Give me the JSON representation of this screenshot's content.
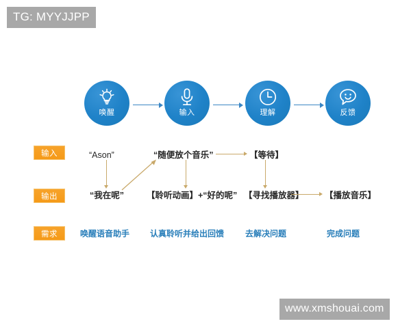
{
  "watermarks": {
    "top_left": "TG: MYYJJPP",
    "bottom_right": "www.xmshouai.com"
  },
  "colors": {
    "node_blue": "#1f82c8",
    "badge_orange": "#f59a18",
    "connector_tan": "#c9a96a",
    "need_text_blue": "#2a7fba",
    "flow_arrow_blue": "#3a86c4",
    "watermark_gray": "#a8a8a8"
  },
  "flow": {
    "nodes": [
      {
        "label": "唤醒",
        "icon": "lightbulb-icon"
      },
      {
        "label": "输入",
        "icon": "microphone-icon"
      },
      {
        "label": "理解",
        "icon": "clock-icon"
      },
      {
        "label": "反馈",
        "icon": "smiley-speech-bubble-icon"
      }
    ]
  },
  "rows": {
    "input": {
      "badge": "输入",
      "items": [
        "“Ason”",
        "“随便放个音乐”",
        "【等待】"
      ]
    },
    "output": {
      "badge": "输出",
      "items": [
        "“我在呢”",
        "【聆听动画】+“好的呢”",
        "【寻找播放器】",
        "【播放音乐】"
      ]
    },
    "need": {
      "badge": "需求",
      "items": [
        "唤醒语音助手",
        "认真聆听并给出回馈",
        "去解决问题",
        "完成问题"
      ]
    }
  }
}
